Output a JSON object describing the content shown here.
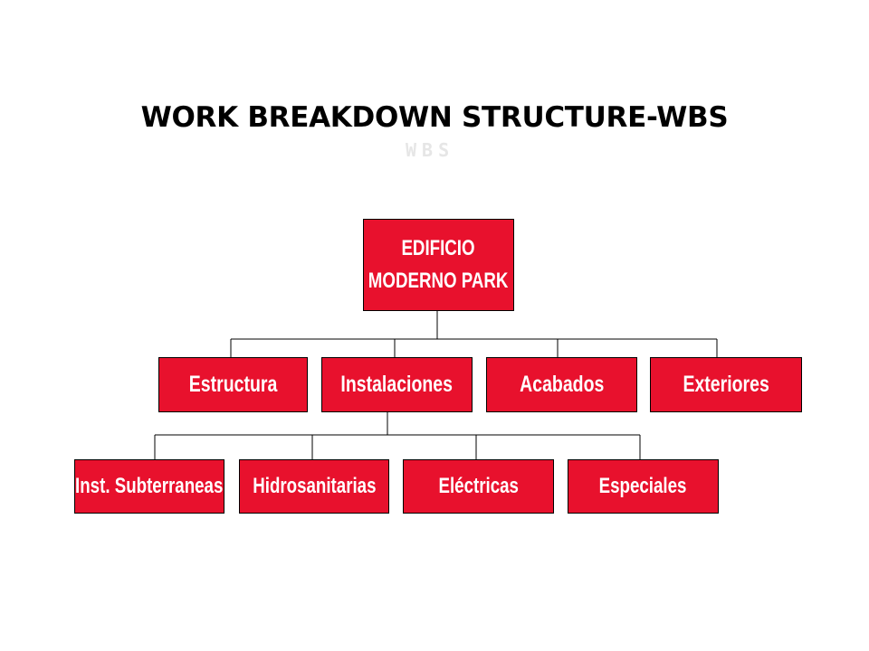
{
  "title": "WORK BREAKDOWN STRUCTURE-WBS",
  "ghost_text": "WBS",
  "colors": {
    "node_fill": "#e8112d",
    "node_border": "#000000",
    "node_text": "#ffffff",
    "connector": "#000000",
    "title_text": "#000000"
  },
  "root": {
    "line1": "EDIFICIO",
    "line2": "MODERNO PARK"
  },
  "level1": [
    {
      "label": "Estructura"
    },
    {
      "label": "Instalaciones"
    },
    {
      "label": "Acabados"
    },
    {
      "label": "Exteriores"
    }
  ],
  "level2": [
    {
      "label": "Inst. Subterraneas"
    },
    {
      "label": "Hidrosanitarias"
    },
    {
      "label": "Eléctricas"
    },
    {
      "label": "Especiales"
    }
  ]
}
